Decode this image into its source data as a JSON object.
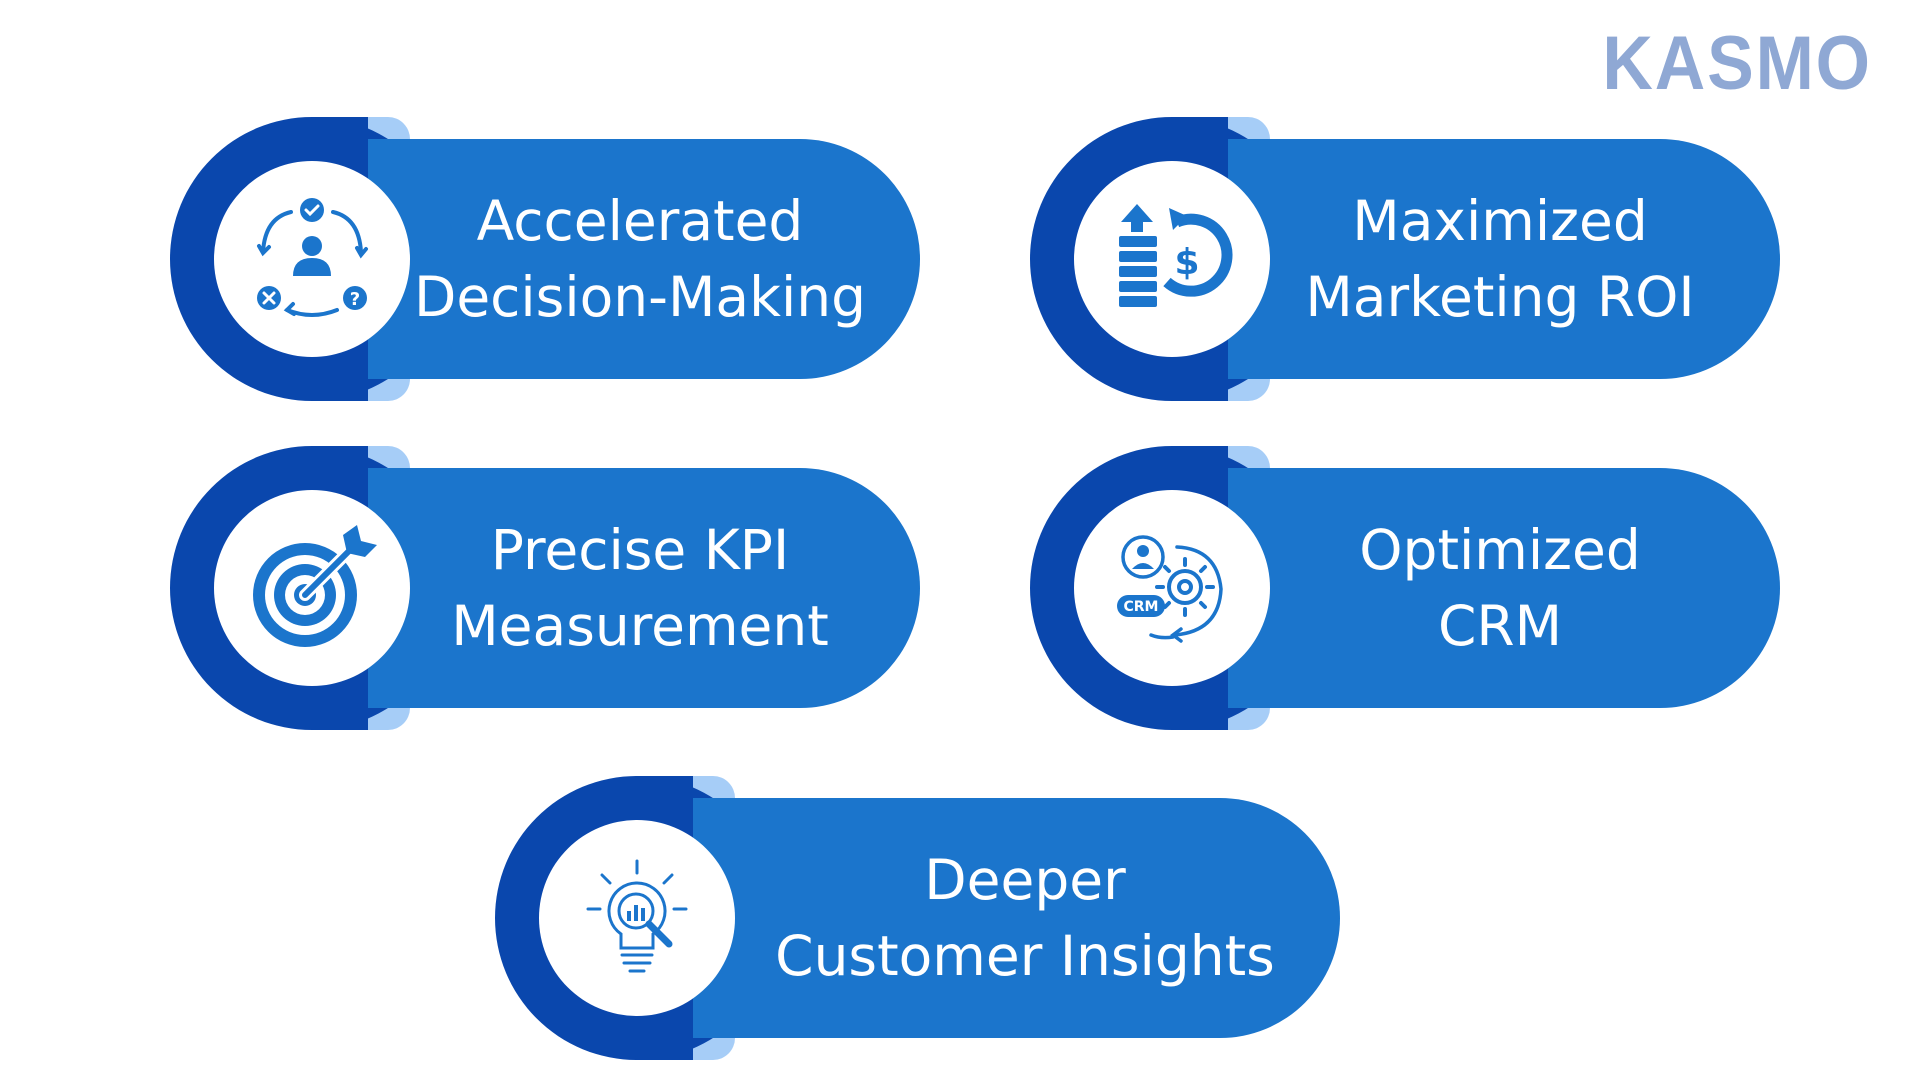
{
  "brand": {
    "logo_text": "KASMO",
    "primary": "#1b75cc",
    "dark": "#0a47ad",
    "light": "#a6cdf7",
    "logo_color": "#8fa8d4"
  },
  "cards": [
    {
      "line1": "Accelerated",
      "line2": "Decision-Making",
      "icon": "decision-cycle-icon"
    },
    {
      "line1": "Maximized",
      "line2": "Marketing ROI",
      "icon": "roi-growth-icon"
    },
    {
      "line1": "Precise KPI",
      "line2": "Measurement",
      "icon": "target-icon"
    },
    {
      "line1": "Optimized",
      "line2": "CRM",
      "icon": "crm-gear-icon"
    },
    {
      "line1": "Deeper",
      "line2": "Customer Insights",
      "icon": "lightbulb-insight-icon"
    }
  ]
}
